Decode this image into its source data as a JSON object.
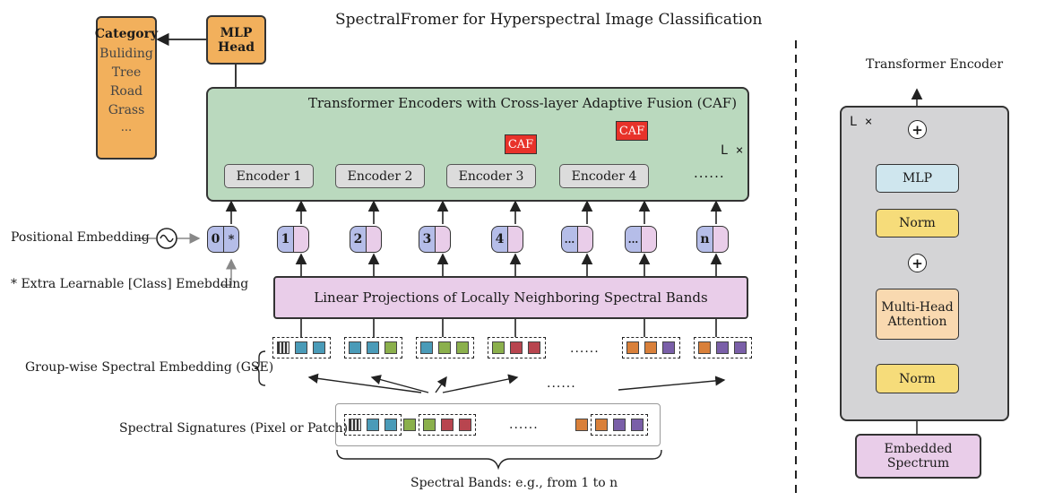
{
  "title": "SpectralFromer for Hyperspectral Image Classification",
  "category": {
    "heading": "Category",
    "items": [
      "Buliding",
      "Tree",
      "Road",
      "Grass",
      "..."
    ]
  },
  "mlp_head": {
    "line1": "MLP",
    "line2": "Head"
  },
  "encoders_block": {
    "title": "Transformer Encoders with Cross-layer Adaptive Fusion (CAF)",
    "encoders": [
      "Encoder 1",
      "Encoder 2",
      "Encoder 3",
      "Encoder 4"
    ],
    "ellipsis": "......",
    "repeat": "L ×",
    "caf_label": "CAF"
  },
  "positional_embedding": "Positional Embedding",
  "extra_token": "* Extra Learnable [Class] Emebdding",
  "tokens": [
    "0",
    "1",
    "2",
    "3",
    "4",
    "...",
    "...",
    "n"
  ],
  "token0_star": "*",
  "linear_projection": "Linear Projections of Locally Neighboring Spectral Bands",
  "gse_label": "Group-wise Spectral Embedding (GSE)",
  "gse_ellipsis": "......",
  "gse_ellipsis_bottom": "......",
  "signatures_label": "Spectral Signatures (Pixel or Patch)",
  "signatures_ellipsis": "......",
  "bands_label": "Spectral Bands: e.g., from 1 to n",
  "right_panel": {
    "title": "Transformer Encoder",
    "repeat": "L ×",
    "mlp": "MLP",
    "norm_top": "Norm",
    "attention_line1": "Multi-Head",
    "attention_line2": "Attention",
    "norm_bottom": "Norm",
    "input": "Embedded Spectrum",
    "plus": "+"
  },
  "colors": {
    "orange": "#f2b05c",
    "green": "#bad9be",
    "pink": "#e9cde9",
    "caf_red": "#e8322a",
    "token_blue": "#b5bde8",
    "panel_gray": "#d4d4d6",
    "mlp_blue": "#cfe6ee",
    "norm_yellow": "#f6dc7a",
    "attention_peach": "#f9d9b0",
    "band_blue": "#4a9bb8",
    "band_green": "#8bb04c",
    "band_red": "#b8454f",
    "band_orange": "#d9803a",
    "band_purple": "#7a5fa8"
  }
}
